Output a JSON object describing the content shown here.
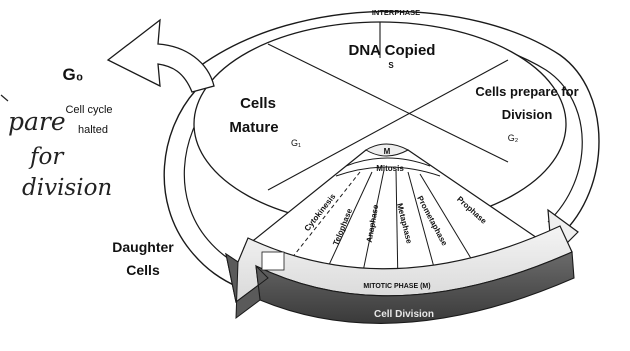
{
  "interphase": {
    "label": "INTERPHASE",
    "sections": {
      "s": {
        "title": "DNA Copied",
        "code": "S"
      },
      "g1": {
        "title_line1": "Cells",
        "title_line2": "Mature",
        "code": "G₁"
      },
      "g2": {
        "title_line1": "Cells prepare for",
        "title_line2": "Division",
        "code": "G₂"
      }
    }
  },
  "g0": {
    "label": "G₀",
    "text_line1": "Cell cycle",
    "text_line2": "halted"
  },
  "handwriting": {
    "line1": "pare",
    "line2": "for",
    "line3": "division"
  },
  "mitotic": {
    "hub_label": "M",
    "mitosis_label": "Mitosis",
    "phases": [
      "Cytokinesis",
      "Telophase",
      "Anaphase",
      "Metaphase",
      "Prometaphase",
      "Prophase"
    ],
    "band_label": "MITOTIC PHASE (M)",
    "arrow_label": "Cell Division"
  },
  "daughter_cells": {
    "line1": "Daughter",
    "line2": "Cells"
  }
}
